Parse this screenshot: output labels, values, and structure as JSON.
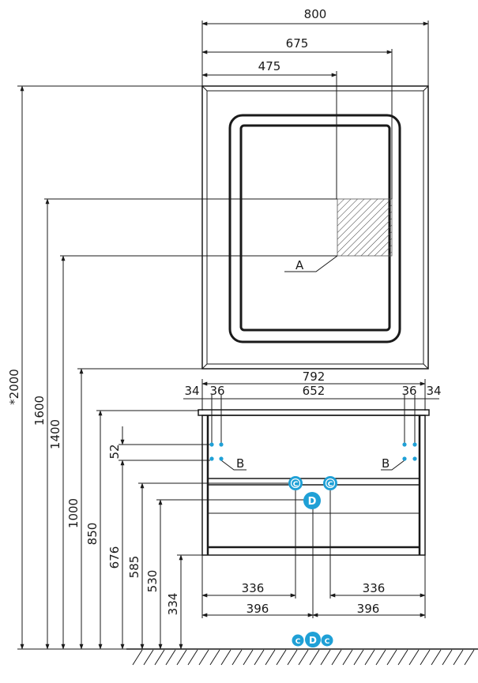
{
  "colors": {
    "line": "#1a1a1a",
    "accent": "#1fa0d6",
    "background": "#ffffff"
  },
  "mirror": {
    "width": "800",
    "mount_spacing_outer": "675",
    "mount_spacing_inner": "475",
    "zone_label": "A"
  },
  "heights": {
    "total": "*2000",
    "h1600": "1600",
    "h1400": "1400",
    "h1000": "1000",
    "h850": "850",
    "h676": "676",
    "h585": "585",
    "h530": "530",
    "h334": "334",
    "gap52": "52"
  },
  "cabinet": {
    "width": "792",
    "side_offset_left": "34",
    "hole_offset_left": "36",
    "inner_width": "652",
    "hole_offset_right": "36",
    "side_offset_right": "34",
    "fix_label_left": "B",
    "fix_label_right": "B",
    "half_inner_left": "336",
    "half_inner_right": "336",
    "half_outer_left": "396",
    "half_outer_right": "396"
  },
  "badges": {
    "cold": "C",
    "drain": "D",
    "hot": "C"
  },
  "floor_badges": [
    "C",
    "D",
    "C"
  ]
}
